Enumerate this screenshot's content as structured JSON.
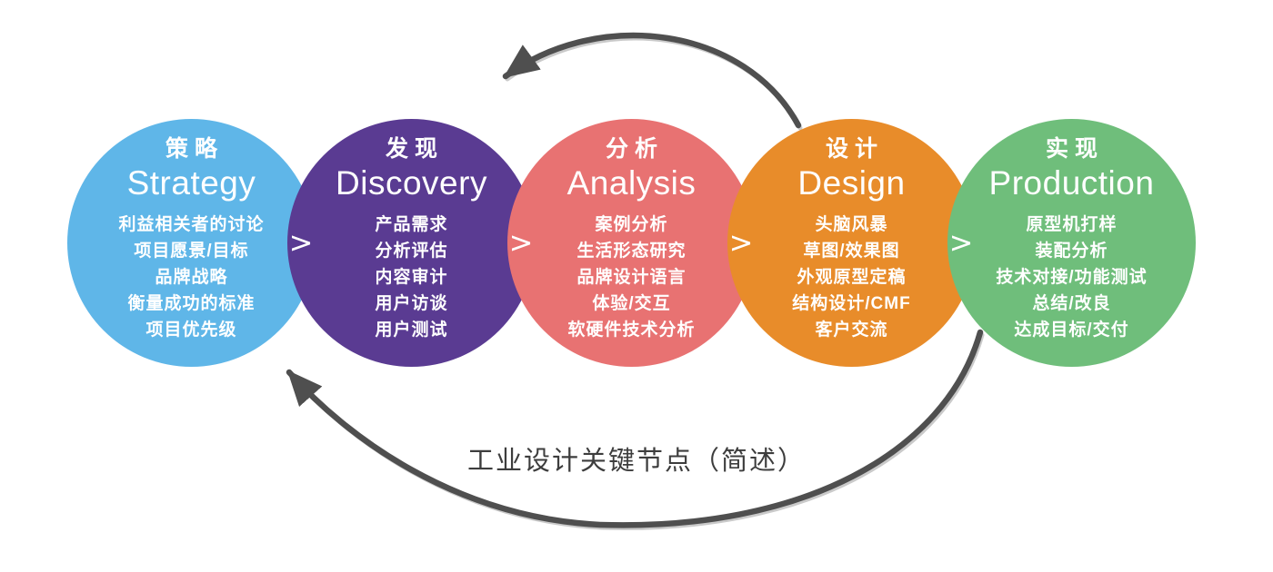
{
  "caption": "工业设计关键节点（简述）",
  "chevron_glyph": ">",
  "arrows": {
    "color": "#4f4f4f"
  },
  "stages": [
    {
      "title_zh": "策略",
      "title_en": "Strategy",
      "color": "#5fb6e8",
      "items": [
        "利益相关者的讨论",
        "项目愿景/目标",
        "品牌战略",
        "衡量成功的标准",
        "项目优先级"
      ]
    },
    {
      "title_zh": "发现",
      "title_en": "Discovery",
      "color": "#5a3b92",
      "items": [
        "产品需求",
        "分析评估",
        "内容审计",
        "用户访谈",
        "用户测试"
      ]
    },
    {
      "title_zh": "分析",
      "title_en": "Analysis",
      "color": "#e87272",
      "items": [
        "案例分析",
        "生活形态研究",
        "品牌设计语言",
        "体验/交互",
        "软硬件技术分析"
      ]
    },
    {
      "title_zh": "设计",
      "title_en": "Design",
      "color": "#e88c2a",
      "items": [
        "头脑风暴",
        "草图/效果图",
        "外观原型定稿",
        "结构设计/CMF",
        "客户交流"
      ]
    },
    {
      "title_zh": "实现",
      "title_en": "Production",
      "color": "#6fbe7b",
      "items": [
        "原型机打样",
        "装配分析",
        "技术对接/功能测试",
        "总结/改良",
        "达成目标/交付"
      ]
    }
  ]
}
